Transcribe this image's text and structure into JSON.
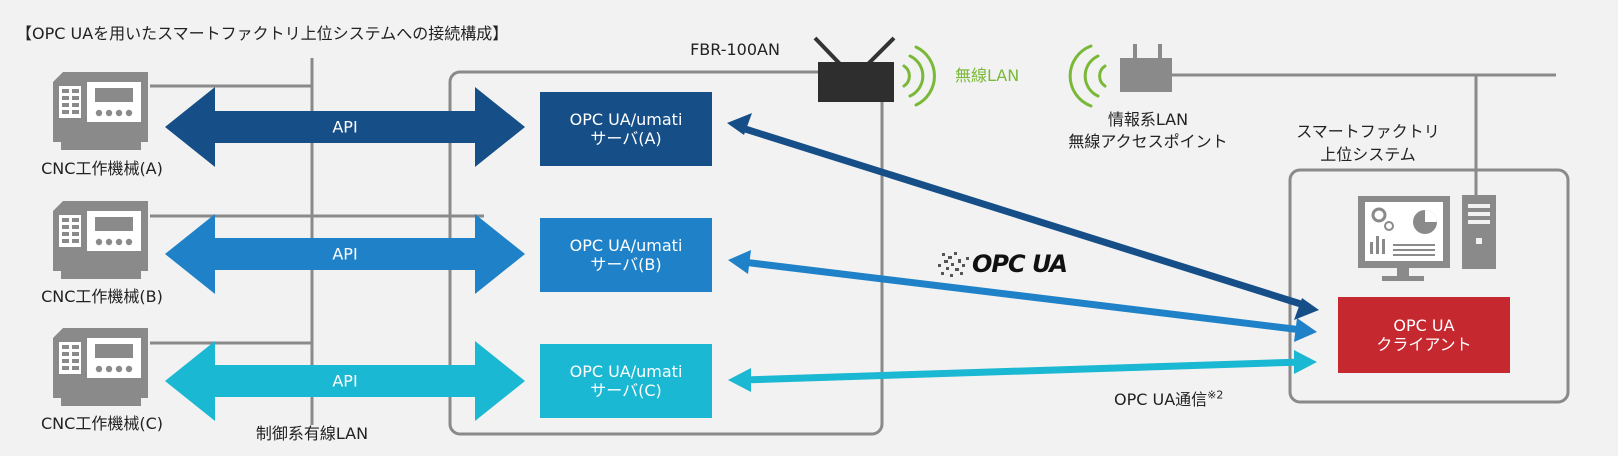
{
  "title": "【OPC UAを用いたスマートファクトリ上位システムへの接続構成】",
  "router": {
    "label": "FBR-100AN"
  },
  "wireless_label": "無線LAN",
  "access_point": {
    "line1": "情報系LAN",
    "line2": "無線アクセスポイント"
  },
  "upper_system": {
    "line1": "スマートファクトリ",
    "line2": "上位システム"
  },
  "machines": [
    {
      "label": "CNC工作機械(A)"
    },
    {
      "label": "CNC工作機械(B)"
    },
    {
      "label": "CNC工作機械(C)"
    }
  ],
  "api_label": "API",
  "servers": [
    {
      "line1": "OPC UA/umati",
      "line2": "サーバ(A)"
    },
    {
      "line1": "OPC UA/umati",
      "line2": "サーバ(B)"
    },
    {
      "line1": "OPC UA/umati",
      "line2": "サーバ(C)"
    }
  ],
  "client": {
    "line1": "OPC UA",
    "line2": "クライアント"
  },
  "logo_text": "OPC UA",
  "communication": {
    "label": "OPC UA通信",
    "note": "※2"
  },
  "control_lan": "制御系有線LAN",
  "colors": {
    "navy": "#164f87",
    "blue": "#1f82c8",
    "cyan": "#1ab8d2",
    "red": "#c62830",
    "green": "#7ab838",
    "gray": "#8a8a8a"
  }
}
